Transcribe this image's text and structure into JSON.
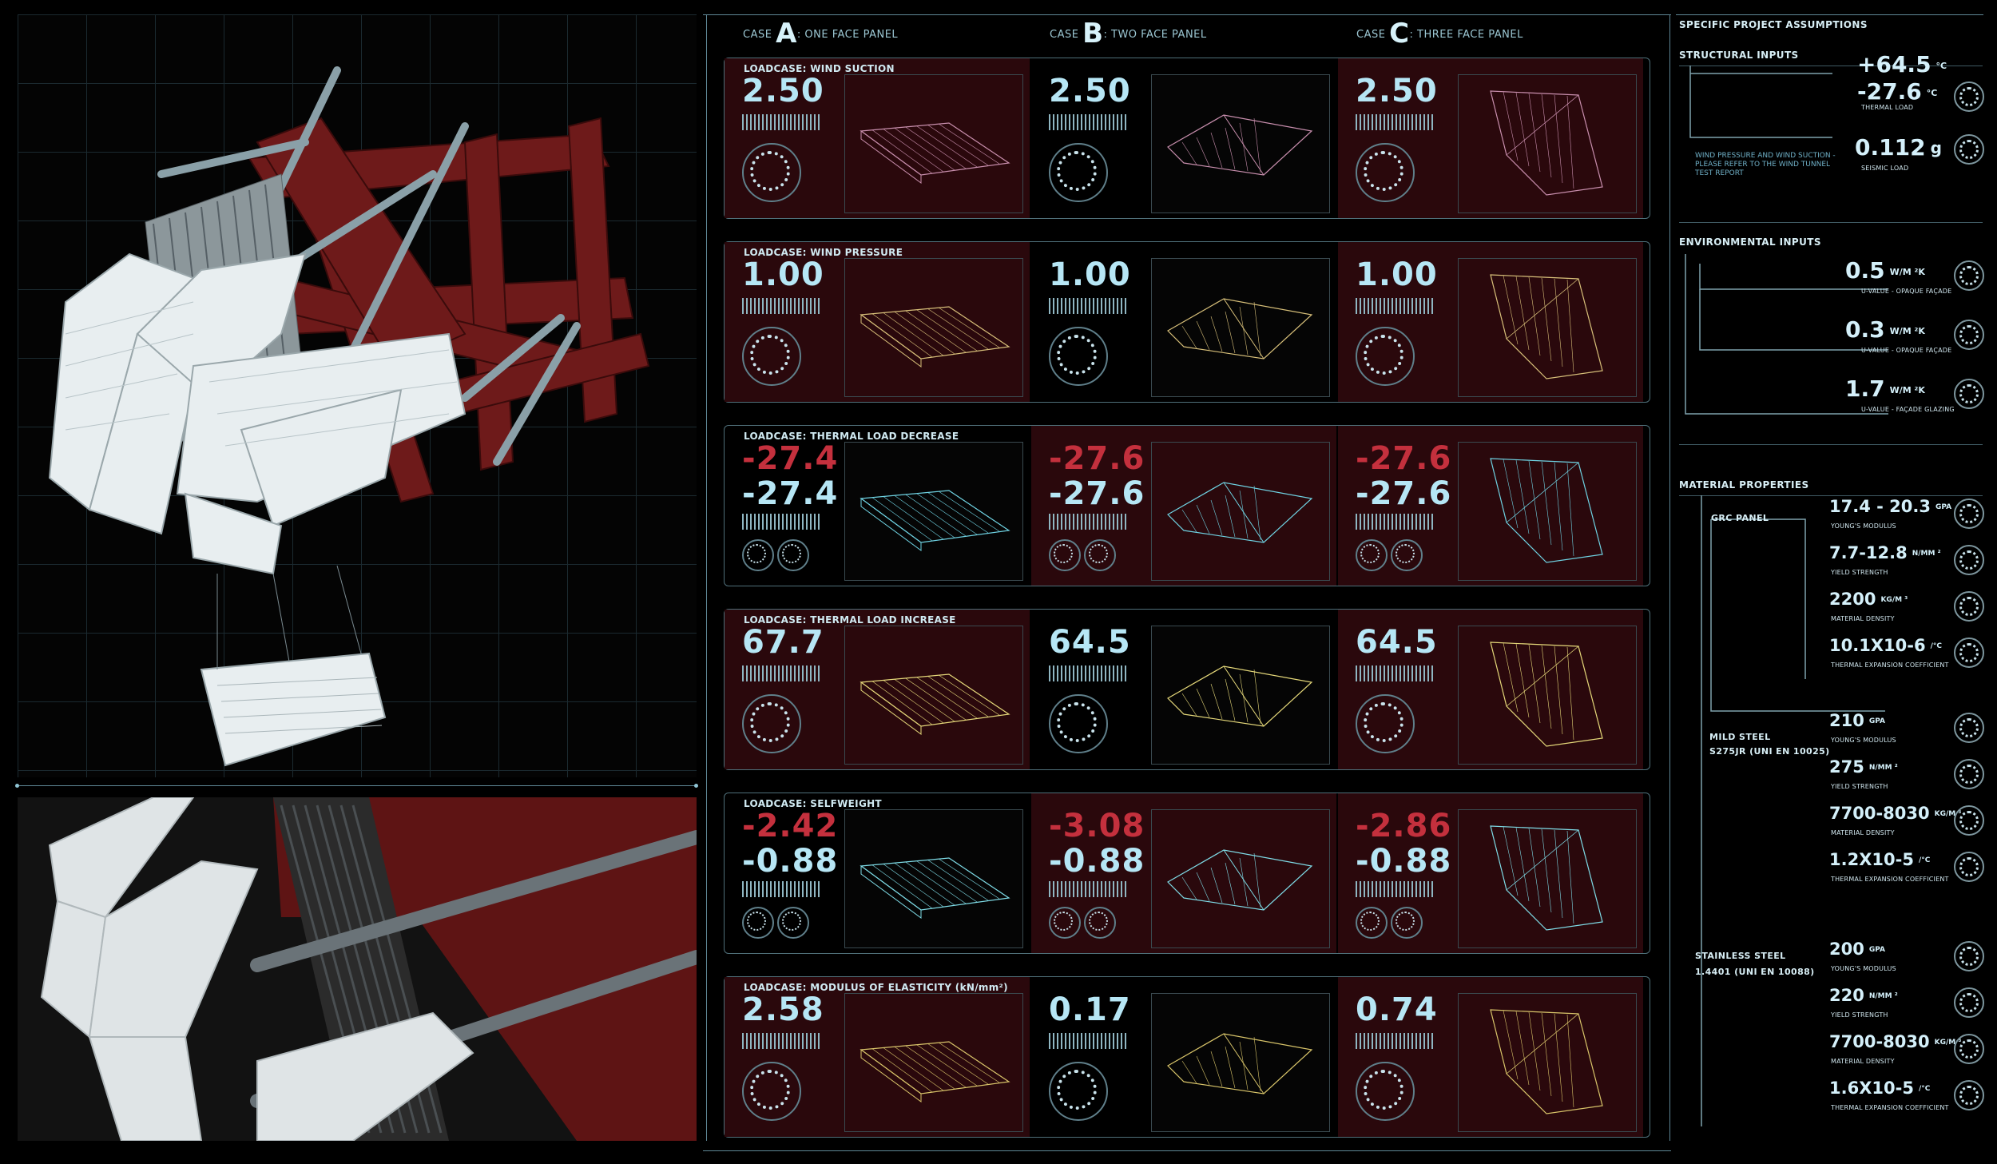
{
  "cases": [
    {
      "prefix": "CASE",
      "letter": "A",
      "label": ": ONE FACE PANEL"
    },
    {
      "prefix": "CASE",
      "letter": "B",
      "label": ": TWO FACE PANEL"
    },
    {
      "prefix": "CASE",
      "letter": "C",
      "label": ": THREE FACE PANEL"
    }
  ],
  "loadcases": [
    {
      "title": "LOADCASE: WIND SUCTION",
      "values": [
        [
          "2.50"
        ],
        [
          "2.50"
        ],
        [
          "2.50"
        ]
      ],
      "negatives": [
        [],
        [],
        []
      ]
    },
    {
      "title": "LOADCASE: WIND PRESSURE",
      "values": [
        [
          "1.00"
        ],
        [
          "1.00"
        ],
        [
          "1.00"
        ]
      ],
      "negatives": [
        [],
        [],
        []
      ]
    },
    {
      "title": "LOADCASE: THERMAL LOAD DECREASE",
      "values": [
        [
          "-27.4",
          "-27.4"
        ],
        [
          "-27.6",
          "-27.6"
        ],
        [
          "-27.6",
          "-27.6"
        ]
      ]
    },
    {
      "title": "LOADCASE: THERMAL LOAD INCREASE",
      "values": [
        [
          "67.7"
        ],
        [
          "64.5"
        ],
        [
          "64.5"
        ]
      ]
    },
    {
      "title": "LOADCASE: SELFWEIGHT",
      "values": [
        [
          "-2.42",
          "-0.88"
        ],
        [
          "-3.08",
          "-0.88"
        ],
        [
          "-2.86",
          "-0.88"
        ]
      ]
    },
    {
      "title": "LOADCASE: MODULUS OF ELASTICITY (kN/mm²)",
      "values": [
        [
          "2.58"
        ],
        [
          "0.17"
        ],
        [
          "0.74"
        ]
      ]
    }
  ],
  "right": {
    "header": "SPECIFIC PROJECT ASSUMPTIONS",
    "structural": {
      "title": "STRUCTURAL INPUTS",
      "thermal_high": "+64.5",
      "thermal_low": "-27.6",
      "thermal_unit": "°C",
      "thermal_label": "THERMAL LOAD",
      "seismic": "0.112",
      "seismic_unit": "g",
      "seismic_label": "SEISMIC LOAD",
      "note_1": "WIND PRESSURE AND WIND SUCTION -",
      "note_2": "PLEASE REFER TO THE WIND TUNNEL",
      "note_3": "TEST REPORT"
    },
    "environmental": {
      "title": "ENVIRONMENTAL INPUTS",
      "items": [
        {
          "value": "0.5",
          "unit": "W/M ²K",
          "label": "U-VALUE - OPAQUE FAÇADE"
        },
        {
          "value": "0.3",
          "unit": "W/M ²K",
          "label": "U-VALUE - OPAQUE FAÇADE"
        },
        {
          "value": "1.7",
          "unit": "W/M ²K",
          "label": "U-VALUE - FAÇADE GLAZING"
        }
      ]
    },
    "material": {
      "title": "MATERIAL PROPERTIES",
      "grc": {
        "title": "GRC PANEL",
        "items": [
          {
            "value": "17.4 - 20.3",
            "unit": "GPA",
            "label": "YOUNG'S MODULUS"
          },
          {
            "value": "7.7-12.8",
            "unit": "N/MM ²",
            "label": "YIELD STRENGTH"
          },
          {
            "value": "2200",
            "unit": "KG/M ³",
            "label": "MATERIAL DENSITY"
          },
          {
            "value": "10.1X10-6",
            "unit": "/°C",
            "label": "THERMAL EXPANSION COEFFICIENT"
          }
        ]
      },
      "mild": {
        "title_1": "MILD STEEL",
        "title_2": "S275JR (UNI EN 10025)",
        "items": [
          {
            "value": "210",
            "unit": "GPA",
            "label": "YOUNG'S MODULUS"
          },
          {
            "value": "275",
            "unit": "N/MM ²",
            "label": "YIELD STRENGTH"
          },
          {
            "value": "7700-8030",
            "unit": "KG/M ³",
            "label": "MATERIAL DENSITY"
          },
          {
            "value": "1.2X10-5",
            "unit": "/°C",
            "label": "THERMAL EXPANSION COEFFICIENT"
          }
        ]
      },
      "stainless": {
        "title_1": "STAINLESS STEEL",
        "title_2": "1.4401 (UNI EN 10088)",
        "items": [
          {
            "value": "200",
            "unit": "GPA",
            "label": "YOUNG'S MODULUS"
          },
          {
            "value": "220",
            "unit": "N/MM ²",
            "label": "YIELD STRENGTH"
          },
          {
            "value": "7700-8030",
            "unit": "KG/M ³",
            "label": "MATERIAL DENSITY"
          },
          {
            "value": "1.6X10-5",
            "unit": "/°C",
            "label": "THERMAL EXPANSION COEFFICIENT"
          }
        ]
      }
    }
  },
  "colors": {
    "accent": "#b6e6f5",
    "negative": "#c4303d",
    "red_bg": "#2a080c",
    "structure_red": "#6e1a1a"
  }
}
